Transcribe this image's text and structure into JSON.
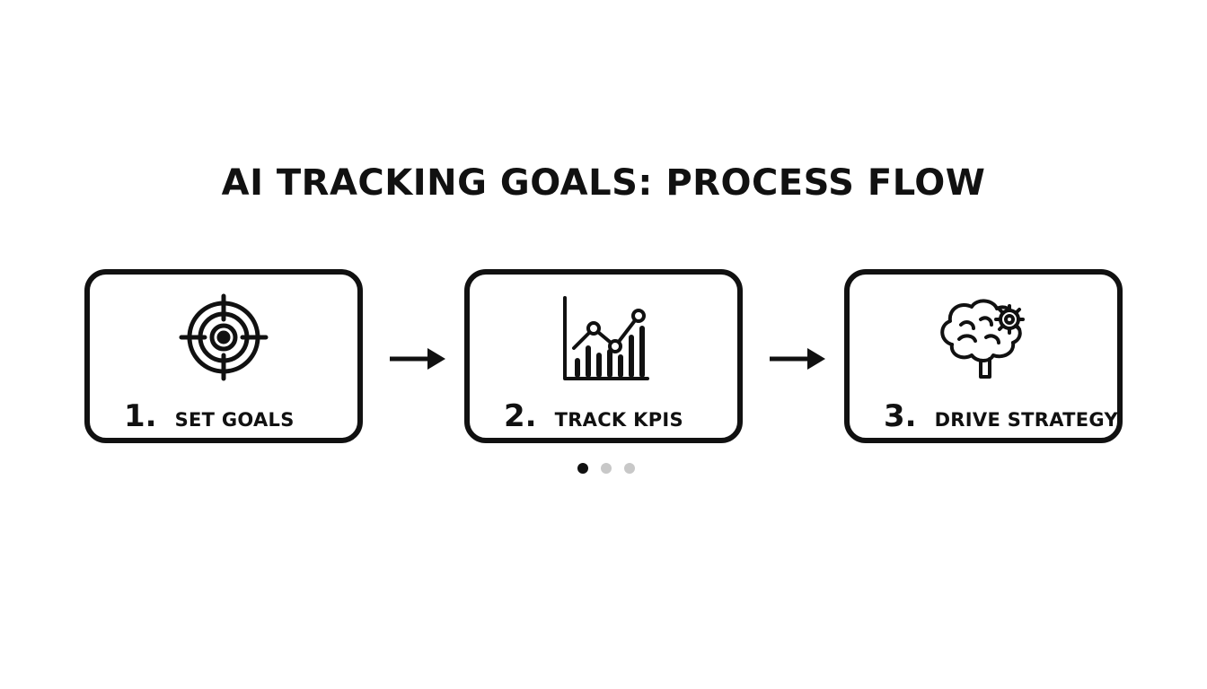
{
  "title": "AI TRACKING GOALS: PROCESS FLOW",
  "steps": [
    {
      "number": "1.",
      "label": "SET GOALS",
      "icon": "target-icon"
    },
    {
      "number": "2.",
      "label": "TRACK KPIS",
      "icon": "chart-icon"
    },
    {
      "number": "3.",
      "label": "DRIVE STRATEGY",
      "icon": "brain-gear-icon"
    }
  ],
  "pagination": {
    "count": 3,
    "active_index": 0
  },
  "colors": {
    "stroke": "#111111",
    "background": "#ffffff",
    "dot_inactive": "#c8c8c8"
  }
}
